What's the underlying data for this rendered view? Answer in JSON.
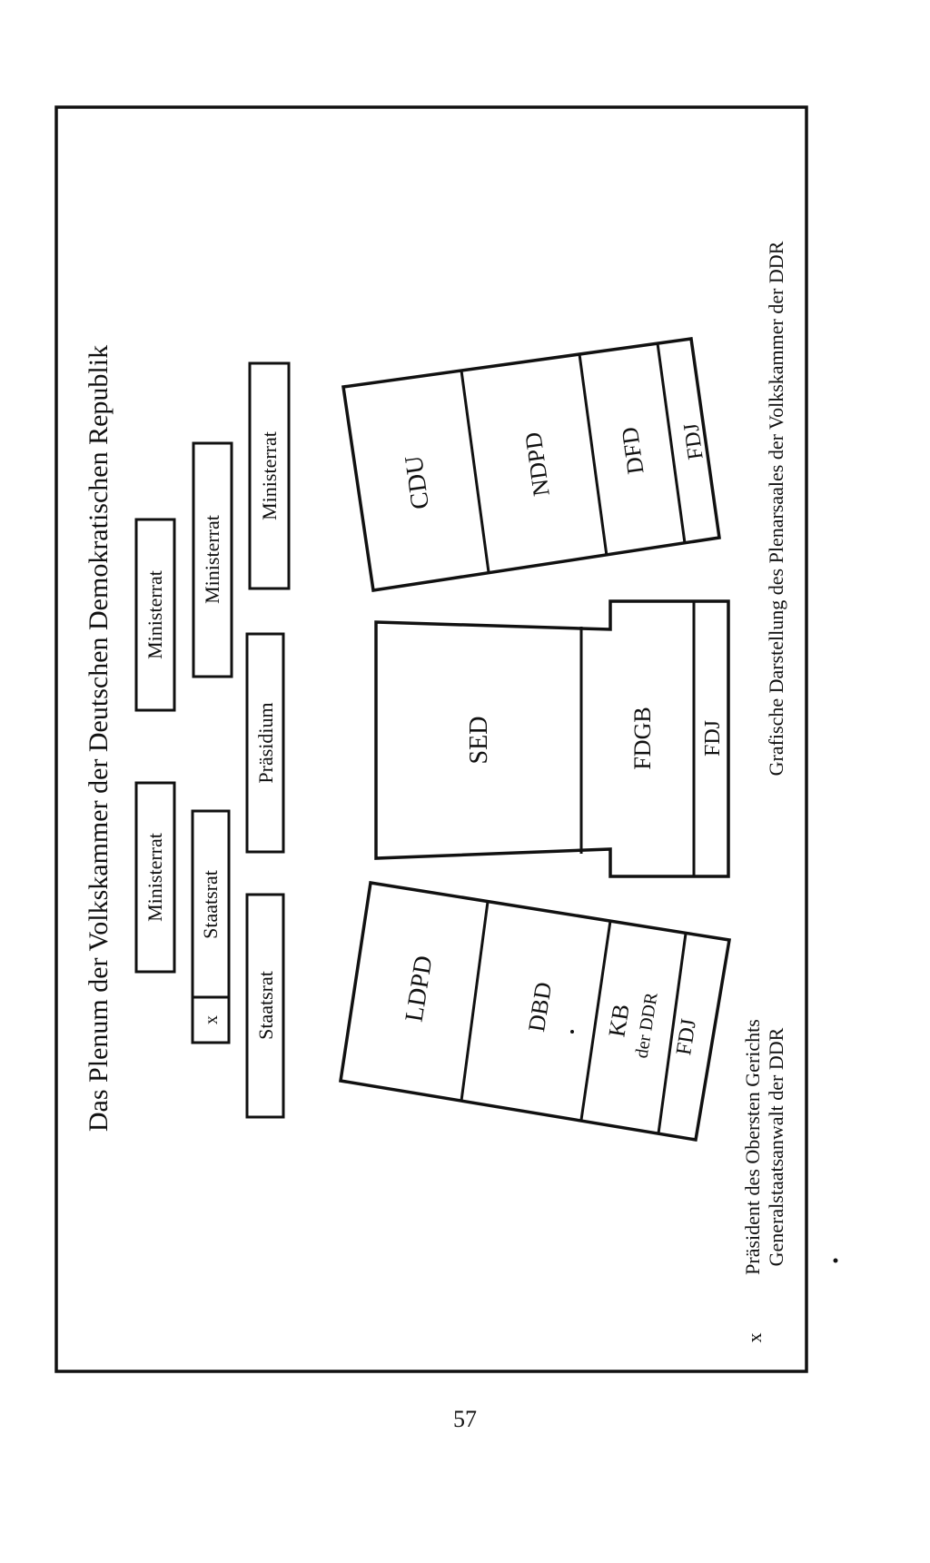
{
  "title": "Das Plenum der Volkskammer der Deutschen Demokratischen Republik",
  "caption": "Grafische Darstellung des Plenarsaales der Volkskammer der DDR",
  "footnote": {
    "marker": "x",
    "line1": "Präsident des Obersten Gerichts",
    "line2": "Generalstaatsanwalt der DDR"
  },
  "government_rows": {
    "front_row": {
      "staatsrat": "Staatsrat",
      "praesidium": "Präsidium",
      "ministerrat": "Ministerrat"
    },
    "middle_row": {
      "marker": "x",
      "staatsrat": "Staatsrat",
      "ministerrat": "Ministerrat"
    },
    "back_row": {
      "ministerrat_left": "Ministerrat",
      "ministerrat_right": "Ministerrat"
    }
  },
  "blocks": {
    "left": {
      "parties": [
        "LDPD",
        "DBD",
        "KB",
        "der DDR",
        "FDJ"
      ]
    },
    "center": {
      "parties": [
        "SED",
        "FDGB",
        "FDJ"
      ]
    },
    "right": {
      "parties": [
        "CDU",
        "NDPD",
        "DFD",
        "FDJ"
      ]
    }
  },
  "page_number": "57"
}
